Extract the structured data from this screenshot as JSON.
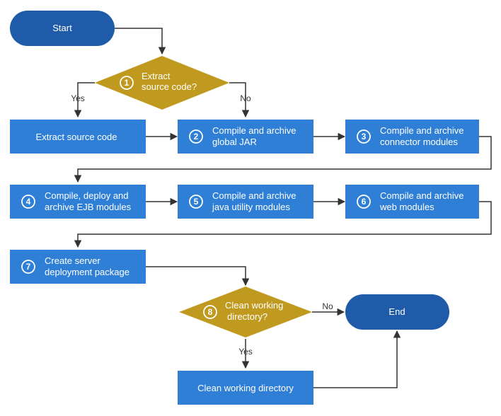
{
  "colors": {
    "terminator": "#1f5ba8",
    "process": "#2f7fd6",
    "decision": "#c09a1e",
    "connector": "#333333",
    "text_on_shape": "#ffffff"
  },
  "terminators": {
    "start": "Start",
    "end": "End"
  },
  "decisions": {
    "d1": {
      "number": "1",
      "line1": "Extract",
      "line2": "source code?"
    },
    "d8": {
      "number": "8",
      "line1": "Clean working",
      "line2": "directory?"
    }
  },
  "steps": {
    "extract": {
      "line1": "Extract source code"
    },
    "s2": {
      "number": "2",
      "line1": "Compile and archive",
      "line2": "global JAR"
    },
    "s3": {
      "number": "3",
      "line1": "Compile and archive",
      "line2": "connector modules"
    },
    "s4": {
      "number": "4",
      "line1": "Compile, deploy and",
      "line2": "archive EJB modules"
    },
    "s5": {
      "number": "5",
      "line1": "Compile and archive",
      "line2": "java utility modules"
    },
    "s6": {
      "number": "6",
      "line1": "Compile and archive",
      "line2": "web modules"
    },
    "s7": {
      "number": "7",
      "line1": "Create server",
      "line2": "deployment package"
    },
    "clean": {
      "line1": "Clean working directory"
    }
  },
  "edge_labels": {
    "d1_yes": "Yes",
    "d1_no": "No",
    "d8_no": "No",
    "d8_yes": "Yes"
  }
}
